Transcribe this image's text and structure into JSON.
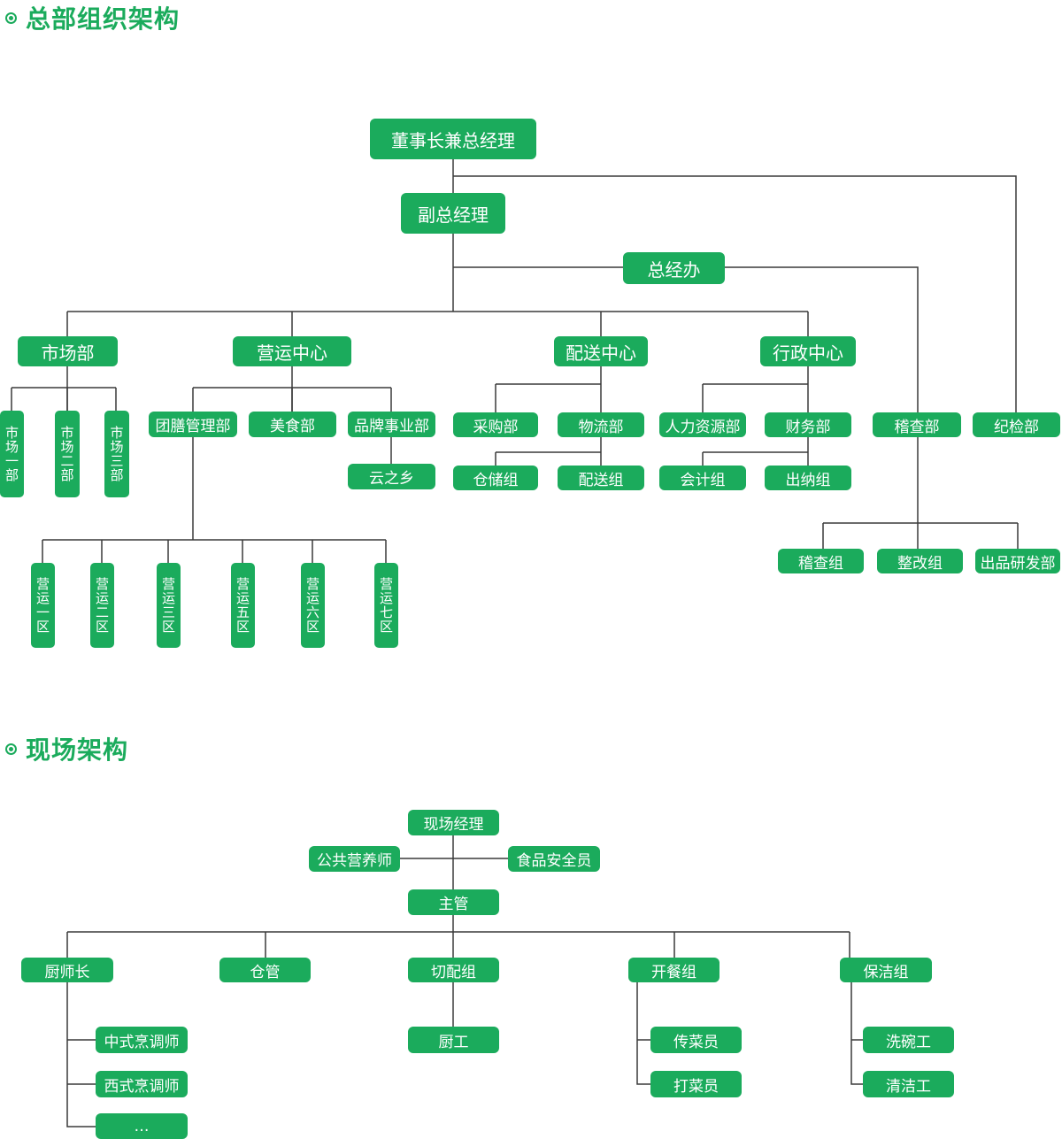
{
  "titles": {
    "hq": "总部组织架构",
    "site": "现场架构"
  },
  "hq": {
    "chairman": "董事长兼总经理",
    "deputy": "副总经理",
    "gm_office": "总经办",
    "market": "市场部",
    "operations": "营运中心",
    "distribution": "配送中心",
    "admin": "行政中心",
    "audit": "稽查部",
    "discipline": "纪检部",
    "market_subs": [
      "市场一部",
      "市场二部",
      "市场三部"
    ],
    "ops_subs": [
      "团膳管理部",
      "美食部",
      "品牌事业部"
    ],
    "brand_sub": "云之乡",
    "regions": [
      "营运一区",
      "营运二区",
      "营运三区",
      "营运五区",
      "营运六区",
      "营运七区"
    ],
    "dist_subs": [
      "采购部",
      "物流部"
    ],
    "logistics_subs": [
      "仓储组",
      "配送组"
    ],
    "admin_subs": [
      "人力资源部",
      "财务部"
    ],
    "finance_subs": [
      "会计组",
      "出纳组"
    ],
    "audit_subs": [
      "稽查组",
      "整改组",
      "出品研发部"
    ]
  },
  "site": {
    "manager": "现场经理",
    "nutritionist": "公共营养师",
    "food_safety": "食品安全员",
    "supervisor": "主管",
    "head_chef": "厨师长",
    "storekeeper": "仓管",
    "cutting": "切配组",
    "serving": "开餐组",
    "cleaning": "保洁组",
    "chef_subs": [
      "中式烹调师",
      "西式烹调师",
      "…"
    ],
    "cook": "厨工",
    "serving_subs": [
      "传菜员",
      "打菜员"
    ],
    "cleaning_subs": [
      "洗碗工",
      "清洁工"
    ]
  },
  "colors": {
    "accent": "#1bab5c",
    "line": "#3a3a3a",
    "text_on_node": "#ffffff"
  }
}
